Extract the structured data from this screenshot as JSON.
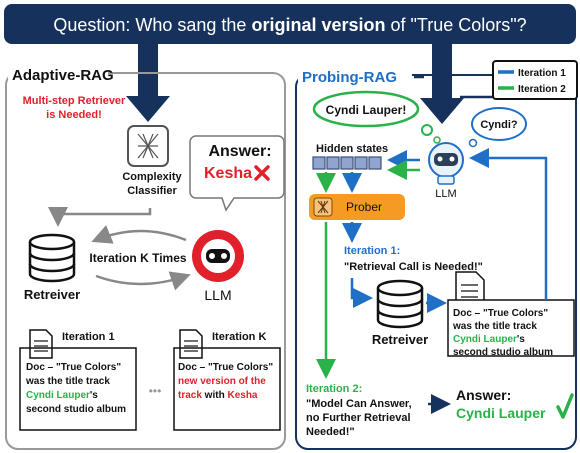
{
  "question": {
    "prefix": "Question: Who sang the ",
    "bold": "original version",
    "suffix": " of \"True Colors\"?"
  },
  "adaptive": {
    "title": "Adaptive-RAG",
    "retriever_needed_line1": "Multi-step Retriever",
    "retriever_needed_line2": "is Needed!",
    "classifier_line1": "Complexity",
    "classifier_line2": "Classifier",
    "answer_label": "Answer:",
    "answer_value": "Kesha",
    "iteration_loop": "Iteration K Times",
    "retriever_label": "Retreiver",
    "llm_label": "LLM",
    "doc1": {
      "title": "Iteration 1",
      "line1": "Doc – \"True Colors\"",
      "line2": "was the title track",
      "line3_green": "Cyndi Lauper",
      "line3_suffix": "'s",
      "line4": "second studio album"
    },
    "dots": "•••",
    "docK": {
      "title": "Iteration K",
      "line1": "Doc – \"True Colors\"",
      "line2_red": "new version of the",
      "line3_red": "track",
      "line3_mid": " with ",
      "line3_red2": "Kesha"
    }
  },
  "probing": {
    "title": "Probing-RAG",
    "legend": {
      "iteration1": "Iteration 1",
      "iteration2": "Iteration 2",
      "color1": "#1f6fc6",
      "color2": "#2ab24a"
    },
    "bubble_main": "Cyndi Lauper!",
    "bubble_small": "Cyndi?",
    "hidden_states": "Hidden states",
    "llm_label": "LLM",
    "prober": "Prober",
    "iter1_title": "Iteration 1:",
    "iter1_text": "\"Retrieval Call is Needed!\"",
    "retriever_label": "Retreiver",
    "doc": {
      "line1": "Doc – \"True Colors\"",
      "line2": "was the title track",
      "line3_green": "Cyndi Lauper",
      "line3_suffix": "'s",
      "line4": "second studio album"
    },
    "iter2_title": "Iteration 2:",
    "iter2_line1": "\"Model Can Answer,",
    "iter2_line2": "no Further Retrieval",
    "iter2_line3": "Needed!\"",
    "answer_label": "Answer:",
    "answer_value": "Cyndi Lauper"
  },
  "colors": {
    "navy": "#16325c",
    "blue": "#1f6fc6",
    "green": "#2ab24a",
    "red": "#e0202a",
    "orange": "#f59a23",
    "gray": "#888888"
  }
}
